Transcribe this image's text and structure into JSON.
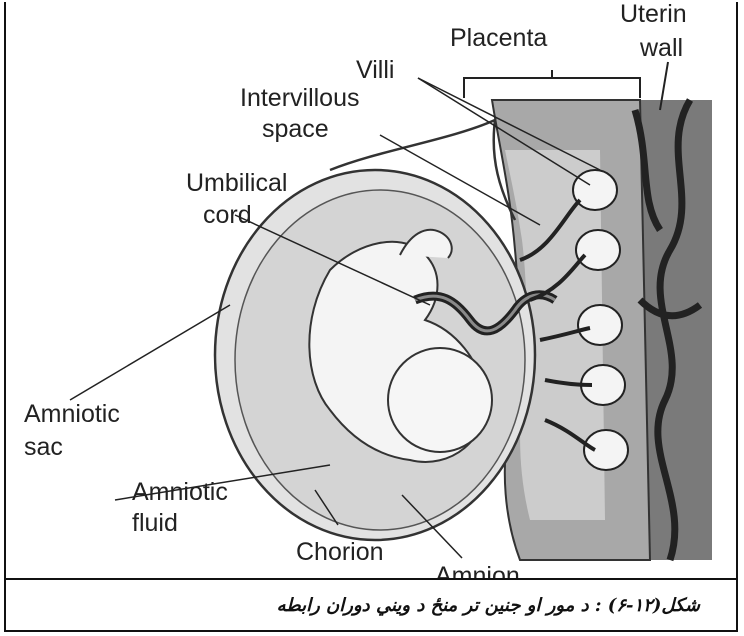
{
  "labels": {
    "placenta": "Placenta",
    "uterin_line1": "Uterin",
    "uterin_line2": "wall",
    "villi": "Villi",
    "intervillous_line1": "Intervillous",
    "intervillous_line2": "space",
    "umbilical_line1": "Umbilical",
    "umbilical_line2": "cord",
    "amniotic_sac_line1": "Amniotic",
    "amniotic_sac_line2": "sac",
    "amniotic_fluid_line1": "Amniotic",
    "amniotic_fluid_line2": "fluid",
    "chorion": "Chorion",
    "amnion": "Amnion"
  },
  "caption": "شکل(۱۲-۶) : د مور او جنين تر منځ د ويني دوران رابطه"
}
